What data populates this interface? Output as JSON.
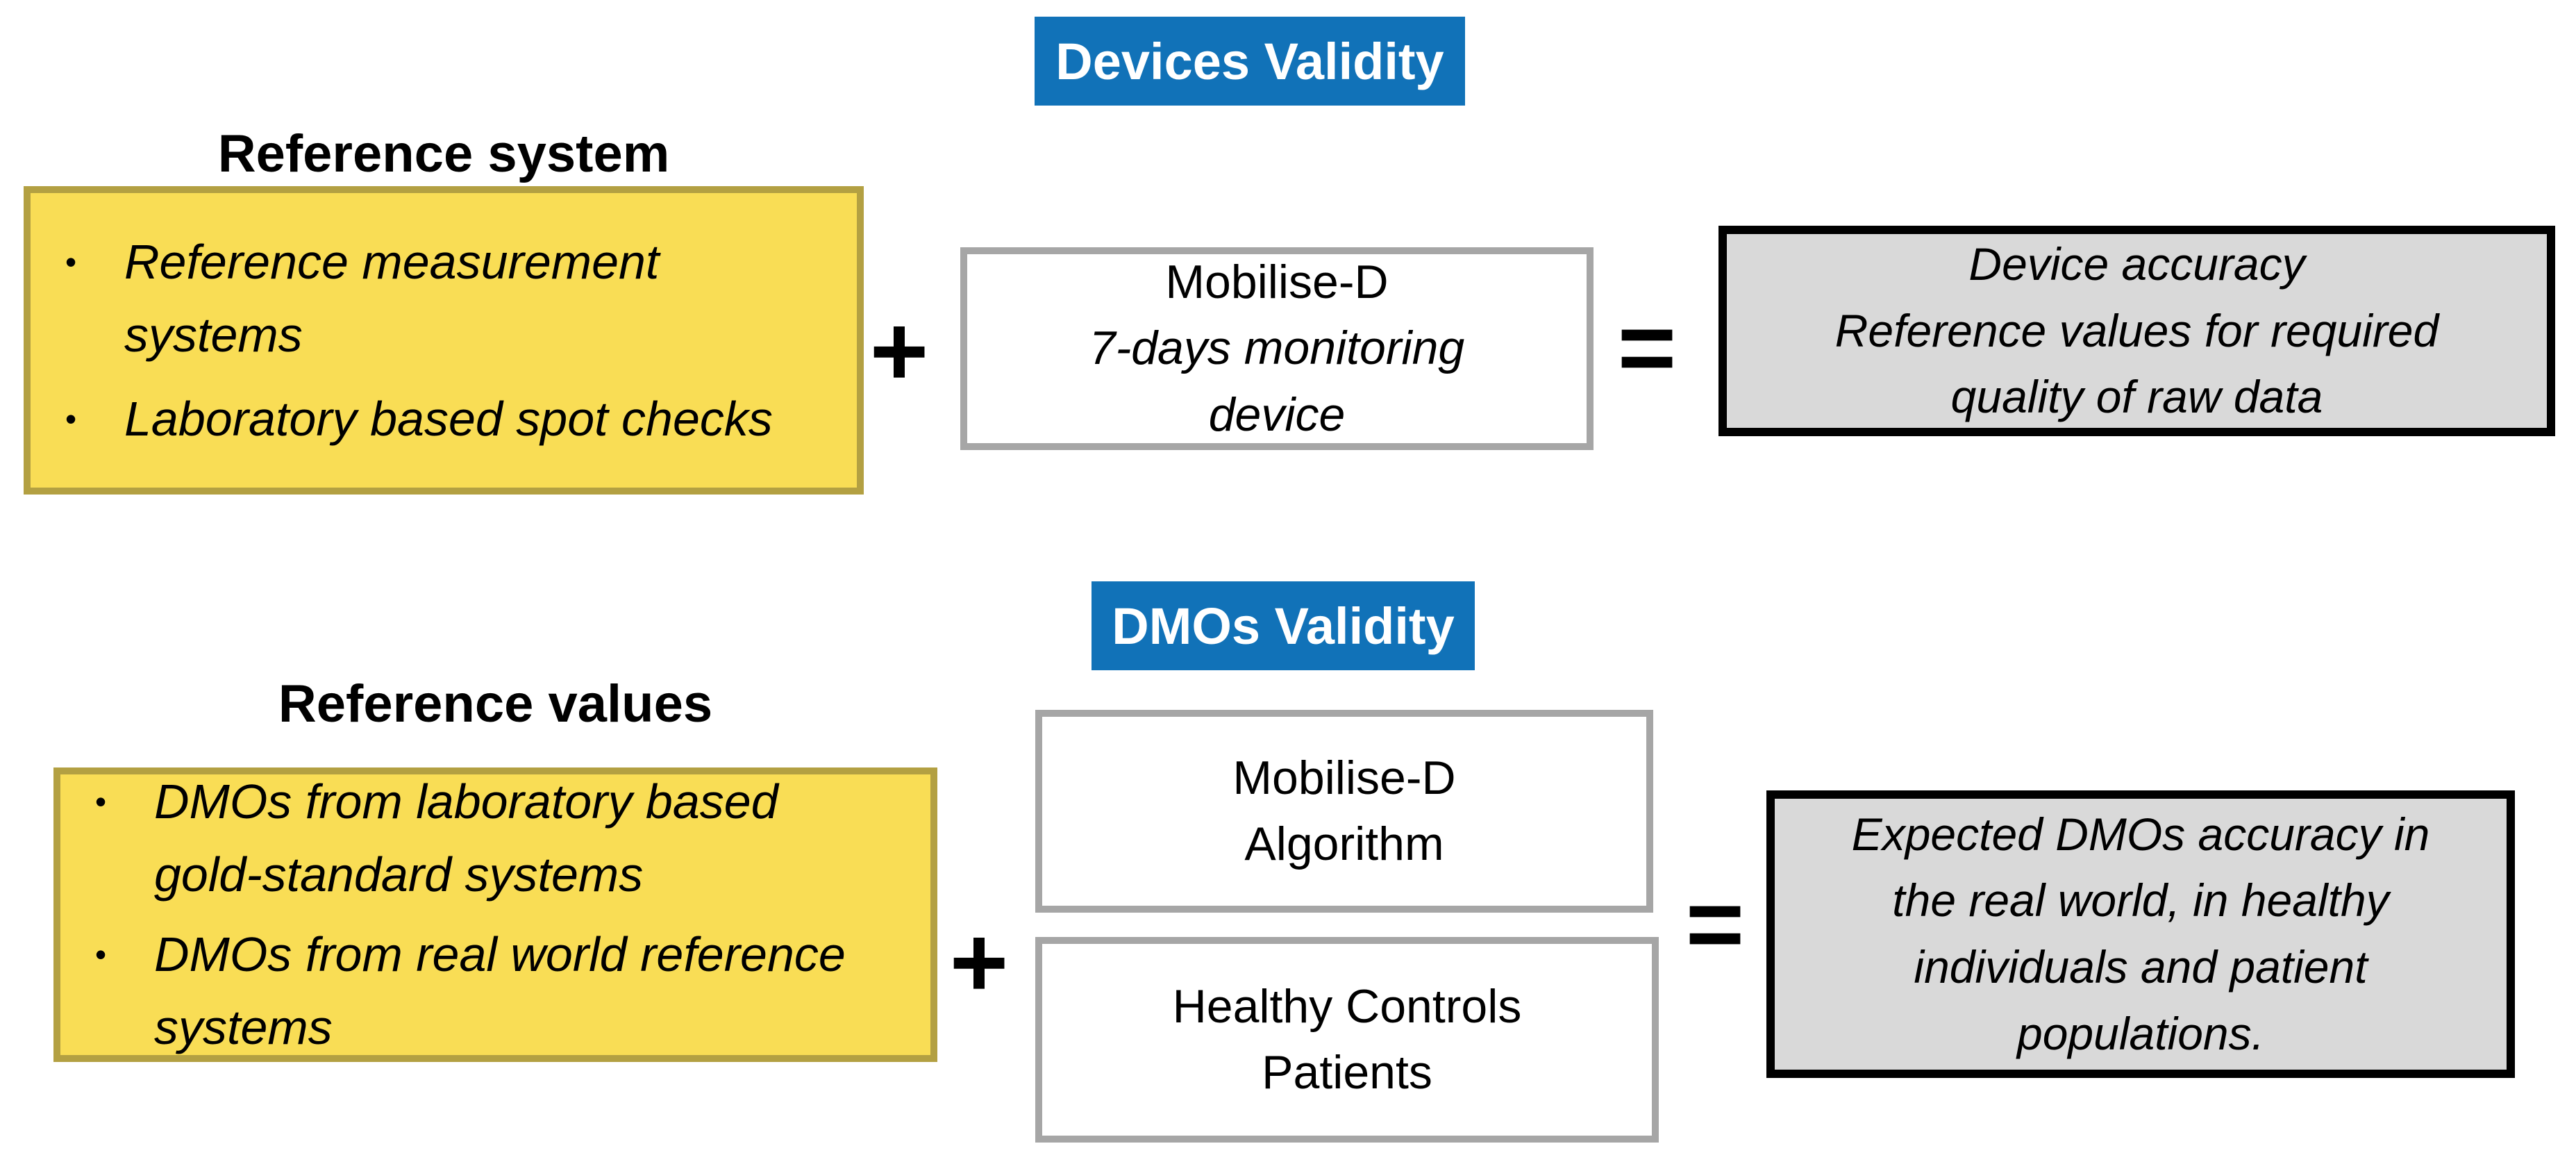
{
  "diagram": {
    "bullet_char": "•",
    "colors": {
      "accent_blue": "#1172B8",
      "yellow_fill": "#F9DD55",
      "yellow_border": "#B3A042",
      "result_fill": "#D9D9D9",
      "result_border": "#000000",
      "device_box_border": "#A6A6A6",
      "badge_text": "#FFFFFF",
      "body_text": "#000000"
    },
    "row1": {
      "badge_label": "Devices Validity",
      "title": "Reference system",
      "bullets": [
        "Reference measurement\nsystems",
        "Laboratory based spot checks"
      ],
      "plus": "+",
      "device_box_line1": "Mobilise-D",
      "device_box_line2": "7-days monitoring\ndevice",
      "equals": "=",
      "result": "Device accuracy\nReference values for required\nquality of raw data"
    },
    "row2": {
      "badge_label": "DMOs Validity",
      "title": "Reference values",
      "bullets": [
        "DMOs from laboratory based\ngold-standard systems",
        "DMOs from real world reference\nsystems"
      ],
      "plus": "+",
      "algorithm_box": "Mobilise-D\nAlgorithm",
      "cohort_box": "Healthy Controls\nPatients",
      "equals": "=",
      "result": "Expected DMOs accuracy in\nthe real world, in healthy\nindividuals and patient\npopulations."
    }
  }
}
